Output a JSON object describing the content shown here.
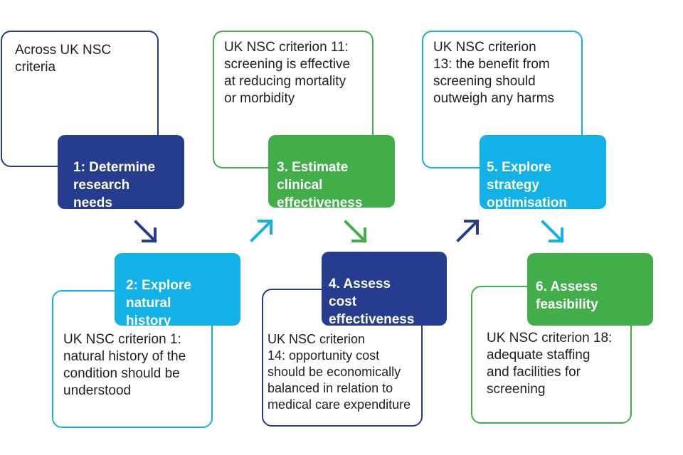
{
  "colors": {
    "dark_blue": "#253c8f",
    "light_blue": "#12b1e8",
    "green": "#42ae49"
  },
  "steps": [
    {
      "label": "1: Determine\n  research\n  needs",
      "desc": "Across UK NSC\ncriteria"
    },
    {
      "label": "2: Explore\n  natural\n  history",
      "desc": "UK NSC criterion 1:\nnatural history of the\ncondition should be\nunderstood"
    },
    {
      "label": "3. Estimate\n  clinical\n  effectiveness",
      "desc": "UK NSC criterion 11:\nscreening is effective\nat reducing mortality\nor morbidity"
    },
    {
      "label": "4. Assess\n  cost\n  effectiveness",
      "desc": "UK NSC criterion\n14: opportunity cost\nshould be economically\nbalanced in relation to\nmedical care expenditure"
    },
    {
      "label": "5. Explore\n  strategy\n  optimisation",
      "desc": "UK NSC criterion\n13: the benefit from\nscreening should\noutweigh any harms"
    },
    {
      "label": "6. Assess\n  feasibility",
      "desc": "UK NSC criterion 18:\nadequate staffing\nand facilities for\nscreening"
    }
  ],
  "arrows": [
    {
      "direction": "down-right",
      "color": "#253c8f"
    },
    {
      "direction": "up-right",
      "color": "#12b1e8"
    },
    {
      "direction": "down-right",
      "color": "#42ae49"
    },
    {
      "direction": "up-right",
      "color": "#253c8f"
    },
    {
      "direction": "down-right",
      "color": "#12b1e8"
    }
  ]
}
